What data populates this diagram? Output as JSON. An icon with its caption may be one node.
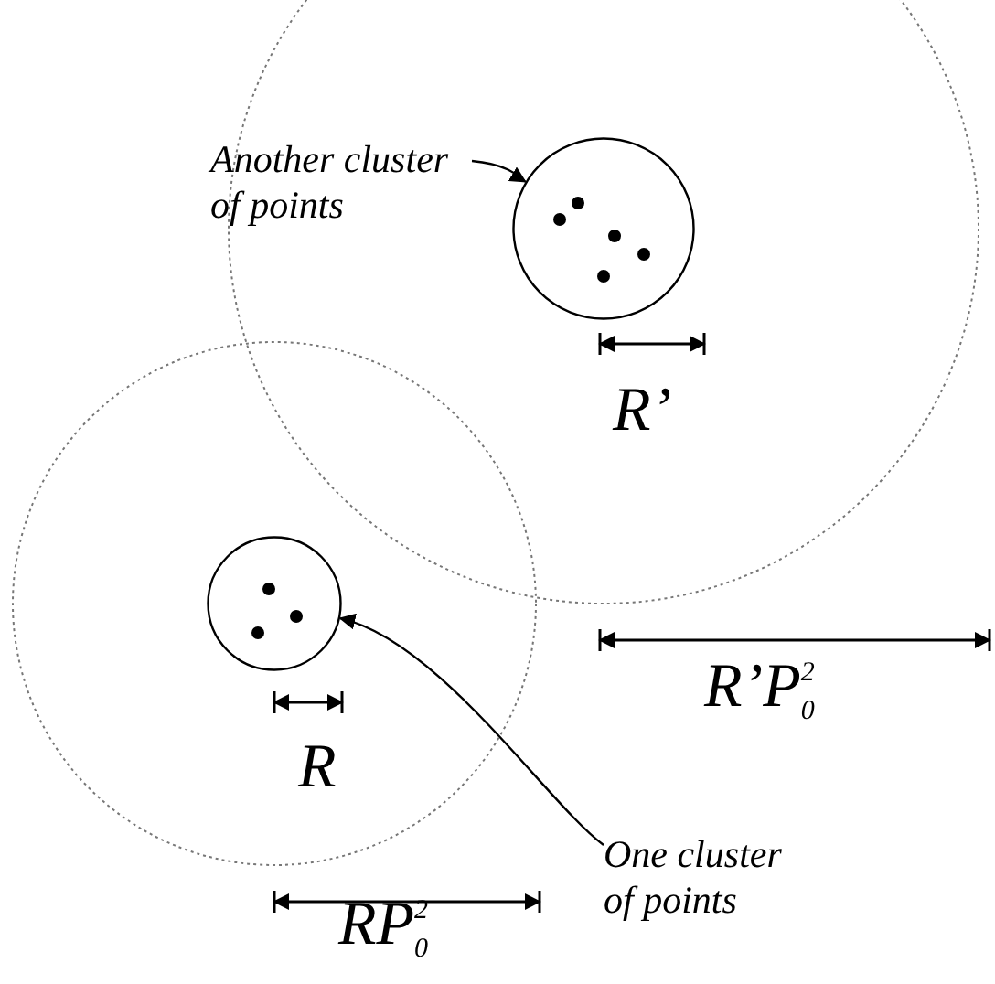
{
  "diagram": {
    "nodes": [
      {
        "text": [
          "Another cluster of points"
        ]
      },
      {
        "text": [],
        "shape": "circle"
      },
      {
        "text": [],
        "shape": "circle"
      },
      {
        "text": [
          "One cluster of points"
        ]
      }
    ],
    "edges": [
      {
        "from": 0,
        "to": 1,
        "arrow": "to"
      },
      {
        "from": 3,
        "to": 2,
        "arrow": "to"
      }
    ],
    "labels": [
      "R’",
      "R’P$_{0}$$^{2}$",
      "R",
      "RP$_{0}$$^{2}$"
    ]
  }
}
